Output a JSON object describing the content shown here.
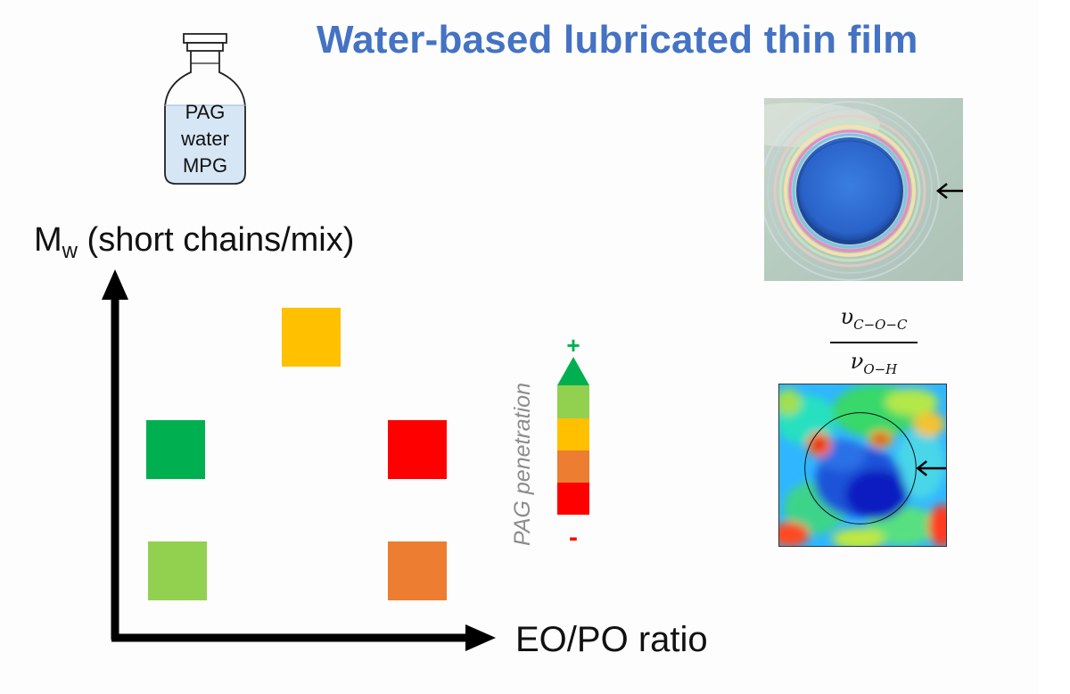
{
  "title": "Water-based lubricated thin film",
  "bottle": {
    "lines": [
      "PAG",
      "water",
      "MPG"
    ],
    "liquid_color": "#d6e6f5"
  },
  "axes": {
    "ylabel_main": "M",
    "ylabel_sub": "w",
    "ylabel_rest": " (short chains/mix)",
    "xlabel": "EO/PO ratio"
  },
  "markers": [
    {
      "name": "marker-mid-eo-high-mw",
      "color": "#ffc000"
    },
    {
      "name": "marker-low-eo-mid-mw",
      "color": "#00b050"
    },
    {
      "name": "marker-high-eo-mid-mw",
      "color": "#ff0000"
    },
    {
      "name": "marker-low-eo-low-mw",
      "color": "#92d050"
    },
    {
      "name": "marker-high-eo-low-mw",
      "color": "#ed7d31"
    }
  ],
  "scale": {
    "label": "PAG penetration",
    "plus": "+",
    "minus": "-",
    "plus_color": "#00b050",
    "minus_color": "#ff0000",
    "colors": [
      "#92d050",
      "#ffc000",
      "#ed7d31",
      "#ff0000"
    ],
    "top_color": "#00b050"
  },
  "ratio": {
    "num_main": "υ",
    "num_sub": "C−O−C",
    "den_main": "ν",
    "den_sub": "O−H"
  },
  "colors": {
    "title": "#4472c4",
    "contact_blue": "#2a63c9"
  }
}
